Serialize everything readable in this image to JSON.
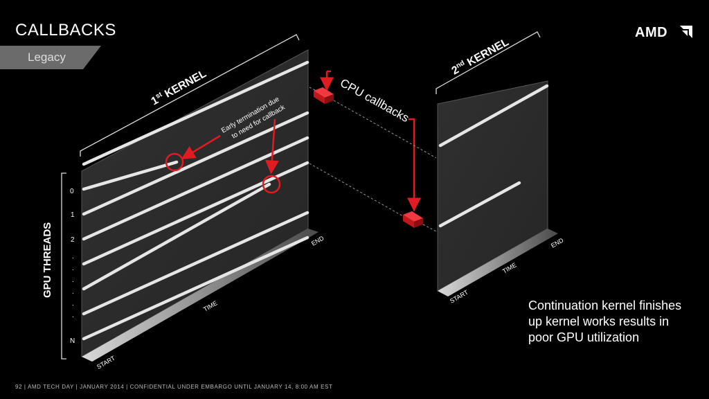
{
  "slide": {
    "title": "CALLBACKS",
    "subtitle": "Legacy",
    "logo": "AMD",
    "continuation_text": "Continuation kernel finishes up kernel works results in poor GPU utilization",
    "footer": "92  |  AMD TECH DAY  |  JANUARY 2014  |  CONFIDENTIAL UNDER EMBARGO UNTIL JANUARY 14, 8:00 AM EST"
  },
  "diagram": {
    "kernel1_label_main": "1",
    "kernel1_label_sup": "st",
    "kernel1_label_rest": " KERNEL",
    "kernel2_label_main": "2",
    "kernel2_label_sup": "nd",
    "kernel2_label_rest": " KERNEL",
    "gpu_threads_label": "GPU THREADS",
    "thread_labels": [
      "0",
      "1",
      "2",
      ".",
      ".",
      ".",
      ".",
      ".",
      ".",
      "N"
    ],
    "start_label": "START",
    "time_label": "TIME",
    "end_label": "END",
    "early_termination_line1": "Early termination due",
    "early_termination_line2": "to need for callback",
    "cpu_callbacks_label": "CPU callbacks"
  }
}
